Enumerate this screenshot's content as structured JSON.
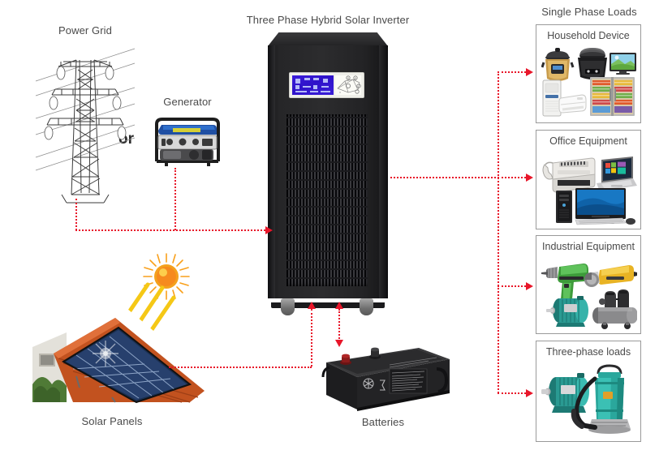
{
  "diagram": {
    "title_inverter": "Three Phase Hybrid Solar Inverter",
    "accent_color": "#e8162a",
    "label_color": "#4a4a4a"
  },
  "sources": {
    "power_grid": {
      "label": "Power Grid",
      "icon": "transmission-tower-icon"
    },
    "or_text": "or",
    "generator": {
      "label": "Generator",
      "icon": "generator-icon"
    },
    "solar": {
      "label": "Solar Panels",
      "icon": "solar-panel-roof-icon",
      "sun": "sun-icon"
    }
  },
  "storage": {
    "battery": {
      "label": "Batteries",
      "icon": "battery-icon"
    }
  },
  "loads": {
    "group_title": "Single Phase Loads",
    "boxes": [
      {
        "title": "Household Device",
        "items": [
          "pressure-cooker-icon",
          "induction-cooker-icon",
          "television-icon",
          "water-heater-icon",
          "air-conditioner-icon",
          "refrigerator-icon"
        ]
      },
      {
        "title": "Office Equipment",
        "items": [
          "fax-printer-icon",
          "laptop-icon",
          "desktop-tower-icon",
          "monitor-icon",
          "keyboard-icon",
          "mouse-icon"
        ]
      },
      {
        "title": "Industrial Equipment",
        "items": [
          "electric-drill-icon",
          "angle-grinder-icon",
          "electric-motor-icon",
          "air-compressor-icon"
        ]
      },
      {
        "title": "Three-phase loads",
        "items": [
          "three-phase-motor-icon",
          "submersible-pump-icon"
        ]
      }
    ]
  },
  "connections": [
    {
      "from": "power-grid",
      "to": "inverter",
      "direction": "one-way"
    },
    {
      "from": "generator",
      "to": "inverter",
      "direction": "one-way"
    },
    {
      "from": "solar-panels",
      "to": "inverter",
      "direction": "one-way"
    },
    {
      "from": "batteries",
      "to": "inverter",
      "direction": "two-way"
    },
    {
      "from": "inverter",
      "to": "household-device",
      "direction": "one-way"
    },
    {
      "from": "inverter",
      "to": "office-equipment",
      "direction": "one-way"
    },
    {
      "from": "inverter",
      "to": "industrial-equipment",
      "direction": "one-way"
    },
    {
      "from": "inverter",
      "to": "three-phase-loads",
      "direction": "one-way"
    }
  ]
}
